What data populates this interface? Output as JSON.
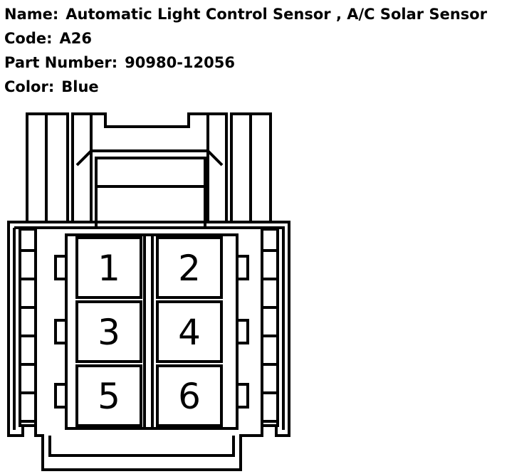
{
  "info": {
    "name_label": "Name",
    "name_value": "Automatic Light Control Sensor , A/C Solar Sensor",
    "code_label": "Code",
    "code_value": "A26",
    "part_label": "Part Number",
    "part_value": "90980-12056",
    "color_label": "Color",
    "color_value": "Blue"
  },
  "connector": {
    "stroke_color": "#000000",
    "pins": [
      {
        "number": "1"
      },
      {
        "number": "2"
      },
      {
        "number": "3"
      },
      {
        "number": "4"
      },
      {
        "number": "5"
      },
      {
        "number": "6"
      }
    ]
  }
}
